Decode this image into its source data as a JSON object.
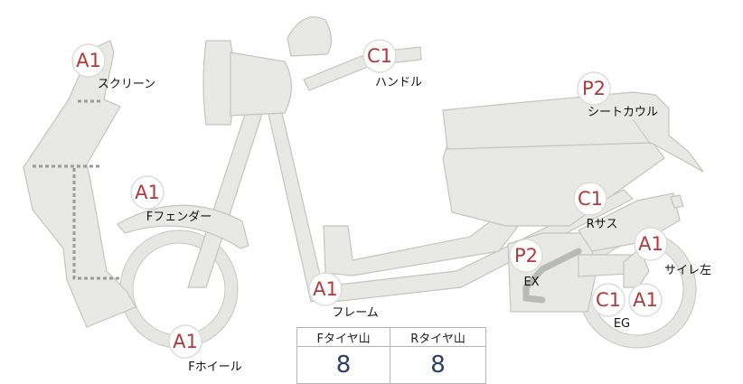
{
  "parts": [
    {
      "id": "screen",
      "grade": "A1",
      "label": "スクリーン"
    },
    {
      "id": "handle",
      "grade": "C1",
      "label": "ハンドル"
    },
    {
      "id": "seat-cowl",
      "grade": "P2",
      "label": "シートカウル"
    },
    {
      "id": "front-fender",
      "grade": "A1",
      "label": "Fフェンダー"
    },
    {
      "id": "rear-sus",
      "grade": "C1",
      "label": "Rサス"
    },
    {
      "id": "exhaust",
      "grade": "P2",
      "label": "EX"
    },
    {
      "id": "silencer-l",
      "grade": "A1",
      "label": "サイレ左"
    },
    {
      "id": "frame",
      "grade": "A1",
      "label": "フレーム"
    },
    {
      "id": "engine-c1",
      "grade": "C1",
      "label": "EG"
    },
    {
      "id": "engine-a1",
      "grade": "A1",
      "label": ""
    },
    {
      "id": "front-wheel",
      "grade": "A1",
      "label": "Fホイール"
    }
  ],
  "tread": {
    "headers": [
      "Fタイヤ山",
      "Rタイヤ山"
    ],
    "values": [
      "8",
      "8"
    ]
  },
  "colors": {
    "grade_text": "#b03a3a",
    "tread_value": "#2b3f66",
    "body_fill": "#e8e8e5",
    "body_stroke": "#c3c3c0"
  }
}
